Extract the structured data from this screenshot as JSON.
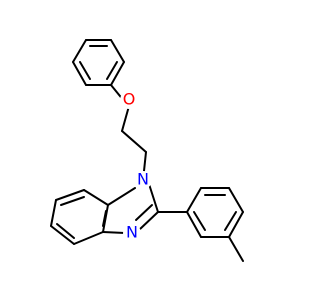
{
  "atoms": {
    "O": {
      "label": "O",
      "color": "#ff0000"
    },
    "N1": {
      "label": "N",
      "color": "#0000ff"
    },
    "N3": {
      "label": "N",
      "color": "#0000ff"
    }
  }
}
